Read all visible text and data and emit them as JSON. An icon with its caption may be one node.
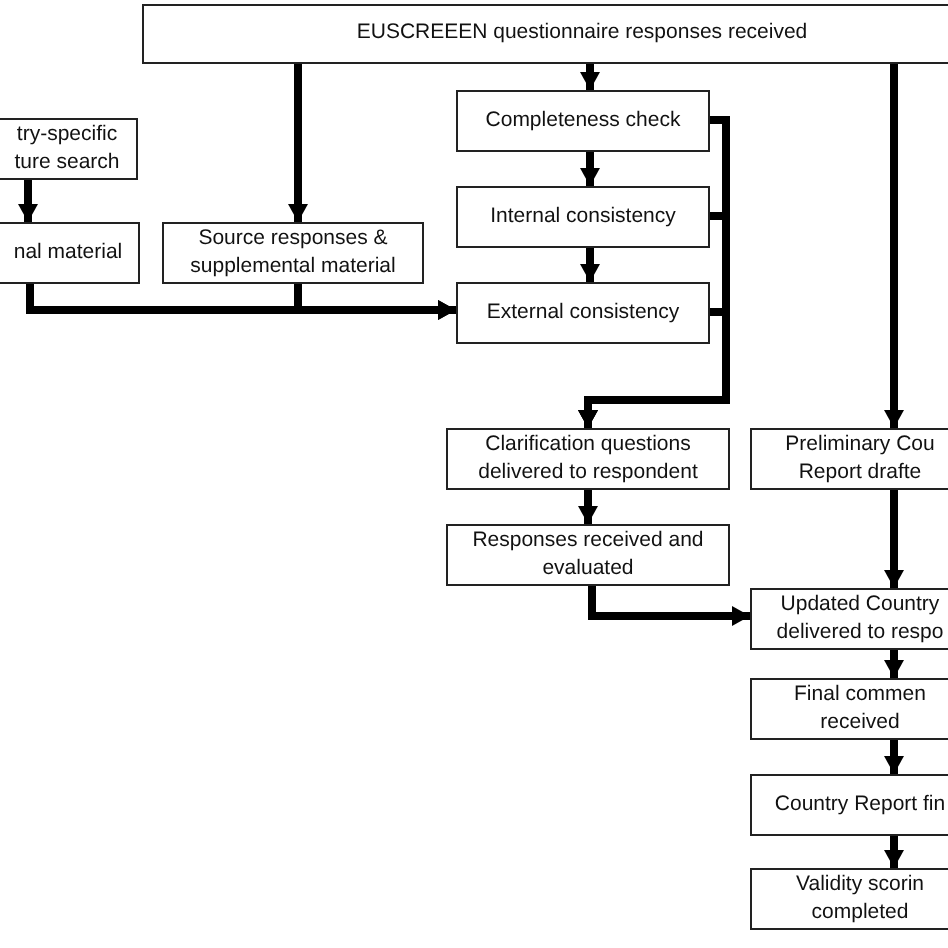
{
  "diagram": {
    "nodes": [
      {
        "text": [
          "EUSCREEEN questionnaire responses received"
        ]
      },
      {
        "text": [
          "try-specific ture search"
        ]
      },
      {
        "text": [
          "nal material"
        ]
      },
      {
        "text": [
          "Source responses & supplemental material"
        ]
      },
      {
        "text": [
          "Completeness check"
        ]
      },
      {
        "text": [
          "Internal consistency"
        ]
      },
      {
        "text": [
          "External consistency"
        ]
      },
      {
        "text": [
          "Clarification questions delivered to respondent"
        ]
      },
      {
        "text": [
          "Preliminary Cou Report drafte"
        ]
      },
      {
        "text": [
          "Responses received and evaluated"
        ]
      },
      {
        "text": [
          "Updated Country delivered to respo"
        ]
      },
      {
        "text": [
          "Final commen received"
        ]
      },
      {
        "text": [
          "Country Report fin"
        ]
      },
      {
        "text": [
          "Validity scorin completed"
        ]
      }
    ],
    "edges": [
      {
        "from": 0,
        "to": 4,
        "arrow": "to"
      },
      {
        "from": 0,
        "to": 3,
        "arrow": "to"
      },
      {
        "from": 0,
        "to": 8,
        "arrow": "to"
      },
      {
        "from": 1,
        "to": 2,
        "arrow": "to"
      },
      {
        "from": 2,
        "to": 6,
        "arrow": "to"
      },
      {
        "from": 3,
        "to": 6,
        "arrow": "to"
      },
      {
        "from": 4,
        "to": 5,
        "arrow": "to"
      },
      {
        "from": 5,
        "to": 6,
        "arrow": "to"
      },
      {
        "from": 4,
        "to": 7,
        "arrow": "to"
      },
      {
        "from": 5,
        "to": 7,
        "arrow": "to"
      },
      {
        "from": 6,
        "to": 7,
        "arrow": "to"
      },
      {
        "from": 7,
        "to": 9,
        "arrow": "to"
      },
      {
        "from": 9,
        "to": 10,
        "arrow": "to"
      },
      {
        "from": 8,
        "to": 10,
        "arrow": "to"
      },
      {
        "from": 10,
        "to": 11,
        "arrow": "to"
      },
      {
        "from": 11,
        "to": 12,
        "arrow": "to"
      },
      {
        "from": 12,
        "to": 13,
        "arrow": "to"
      }
    ]
  }
}
